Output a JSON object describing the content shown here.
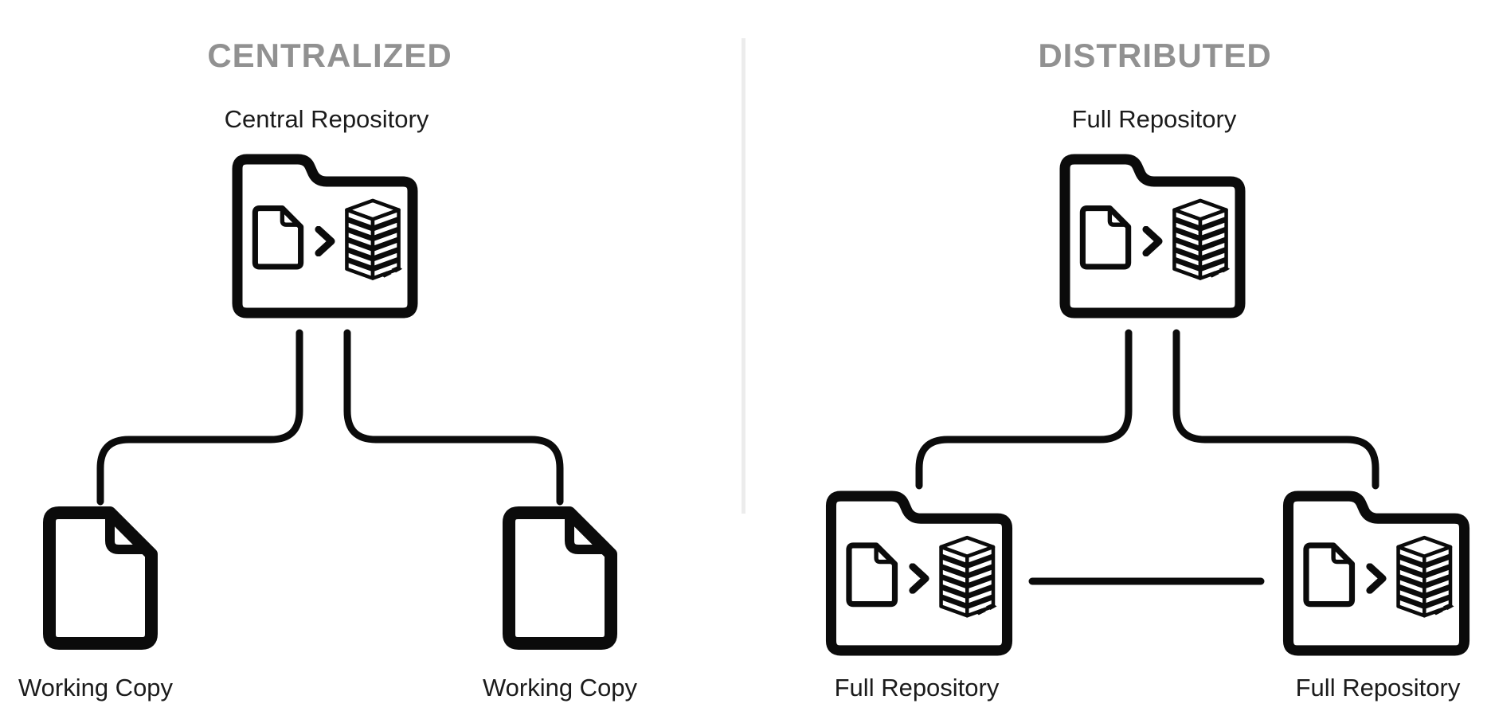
{
  "diagram": {
    "type": "comparison-tree-diagram",
    "background_color": "#ffffff",
    "line_color": "#0b0b0b",
    "heading_color": "#919191",
    "label_color": "#1b1b1b",
    "divider_color": "#ececec",
    "panels": [
      {
        "title": "CENTRALIZED",
        "root": {
          "label": "Central Repository",
          "icon": "repository-folder-icon"
        },
        "children": [
          {
            "label": "Working Copy",
            "icon": "document-icon"
          },
          {
            "label": "Working Copy",
            "icon": "document-icon"
          }
        ],
        "peer_link": false
      },
      {
        "title": "DISTRIBUTED",
        "root": {
          "label": "Full Repository",
          "icon": "repository-folder-icon"
        },
        "children": [
          {
            "label": "Full Repository",
            "icon": "repository-folder-icon"
          },
          {
            "label": "Full Repository",
            "icon": "repository-folder-icon"
          }
        ],
        "peer_link": true
      }
    ],
    "icons": {
      "repository-folder-icon": "folder outline containing document, right-chevron and isometric building",
      "document-icon": "page outline with folded top-right corner",
      "chevron-right-icon": "bold right angle bracket",
      "building-icon": "isometric striped office tower"
    }
  }
}
